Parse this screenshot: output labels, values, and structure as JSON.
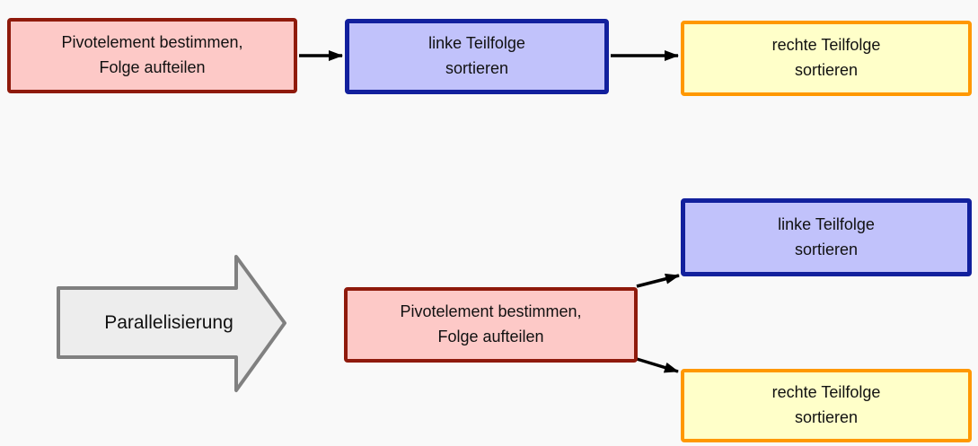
{
  "canvas": {
    "background": "#f9f9f9"
  },
  "nodes": {
    "pivot": {
      "label": "Pivotelement bestimmen,\nFolge aufteilen",
      "fill": "#fdc9c7",
      "border": "#8f1a0c"
    },
    "left_sort": {
      "label": "linke Teilfolge\nsortieren",
      "fill": "#c1c2fb",
      "border": "#12209d"
    },
    "right_sort": {
      "label": "rechte Teilfolge\nsortieren",
      "fill": "#ffffc9",
      "border": "#ff9800"
    }
  },
  "transform_arrow": {
    "label": "Parallelisierung",
    "fill": "#ededed",
    "border": "#808080",
    "icon": "big-right-arrow"
  },
  "connectors": {
    "color": "#000000",
    "top_row": [
      "pivot -> left_sort",
      "left_sort -> right_sort"
    ],
    "bottom_row": [
      "pivot -> left_sort",
      "pivot -> right_sort"
    ]
  }
}
